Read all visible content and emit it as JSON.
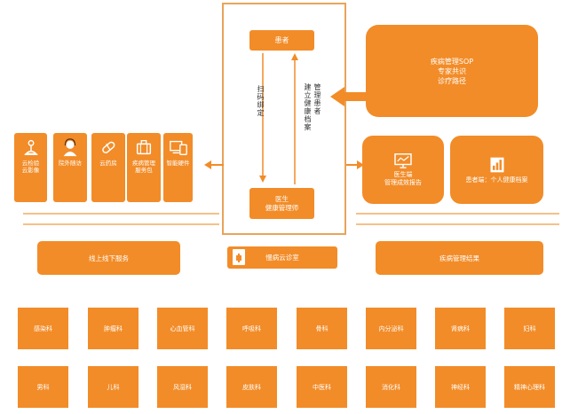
{
  "center": {
    "patient_label": "患者",
    "doctor_label_1": "医生",
    "doctor_label_2": "健康管理师",
    "down_arrow_text": "扫码绑定",
    "up_arrow_text_1": "管理患者",
    "up_arrow_text_2": "建立健康档案"
  },
  "sop_box": {
    "line1": "疾病管理SOP",
    "line2": "专家共识",
    "line3": "诊疗路径"
  },
  "left_services": [
    {
      "label": "云检验\n云影像",
      "icon": "microscope-icon"
    },
    {
      "label": "院外随访",
      "icon": "headset-person-icon"
    },
    {
      "label": "云药房",
      "icon": "pill-icon"
    },
    {
      "label": "疾病管理\n服务包",
      "icon": "suitcase-icon"
    },
    {
      "label": "智能硬件",
      "icon": "devices-icon"
    }
  ],
  "right_services": [
    {
      "label": "医生端\n管理成效报告",
      "icon": "monitor-chart-icon"
    },
    {
      "label": "患者端：个人健康档案",
      "icon": "bar-report-icon"
    }
  ],
  "bars": {
    "left": "线上线下服务",
    "center": "慢病云诊室",
    "right": "疾病管理结果"
  },
  "departments_row1": [
    "感染科",
    "肿瘤科",
    "心血管科",
    "呼吸科",
    "骨科",
    "内分泌科",
    "肾病科",
    "妇科"
  ],
  "departments_row2": [
    "男科",
    "儿科",
    "风湿科",
    "皮肤科",
    "中医科",
    "消化科",
    "神经科",
    "精神心理科"
  ],
  "colors": {
    "primary": "#f28c28",
    "light_line": "#f6c188",
    "frame": "#e8a45a"
  }
}
